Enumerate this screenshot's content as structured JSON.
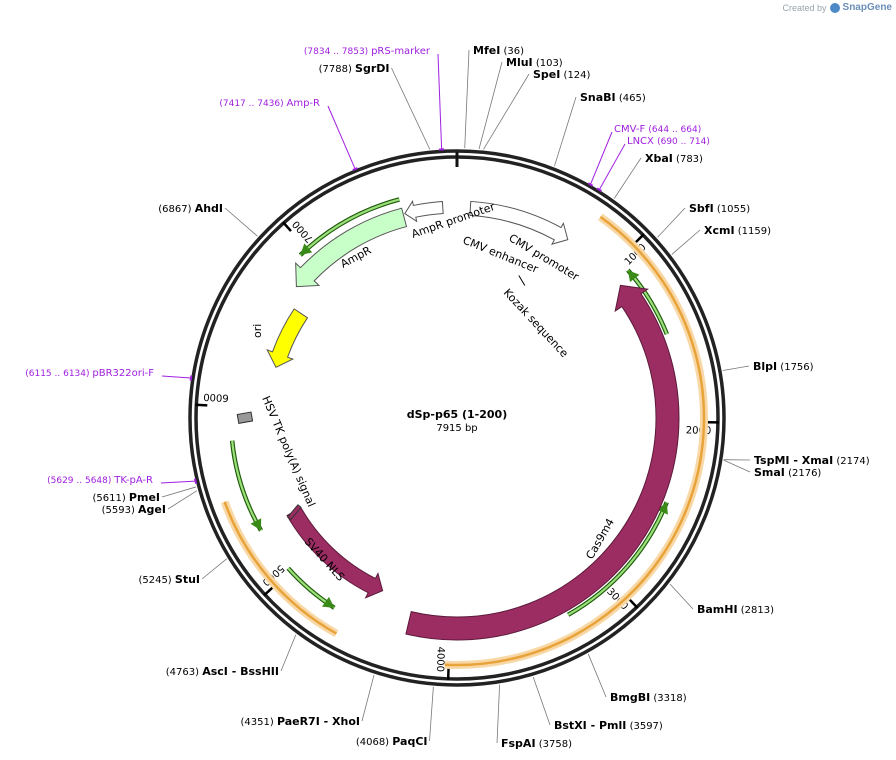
{
  "credit": {
    "prefix": "Created by",
    "brand": "SnapGene"
  },
  "plasmid": {
    "name": "dSp-p65 (1-200)",
    "length_label": "7915 bp",
    "length": 7915
  },
  "ticks": [
    {
      "pos": 1000,
      "label": "1000"
    },
    {
      "pos": 2000,
      "label": "2000"
    },
    {
      "pos": 3000,
      "label": "3000"
    },
    {
      "pos": 4000,
      "label": "4000"
    },
    {
      "pos": 5000,
      "label": "5000"
    },
    {
      "pos": 6000,
      "label": "6000"
    },
    {
      "pos": 7000,
      "label": "7000"
    }
  ],
  "enzymes": [
    {
      "name": "MfeI",
      "pos": "(36)",
      "site": 36
    },
    {
      "name": "MluI",
      "pos": "(103)",
      "site": 103
    },
    {
      "name": "SpeI",
      "pos": "(124)",
      "site": 124
    },
    {
      "name": "SnaBI",
      "pos": "(465)",
      "site": 465
    },
    {
      "name": "XbaI",
      "pos": "(783)",
      "site": 783
    },
    {
      "name": "SbfI",
      "pos": "(1055)",
      "site": 1055
    },
    {
      "name": "XcmI",
      "pos": "(1159)",
      "site": 1159
    },
    {
      "name": "BlpI",
      "pos": "(1756)",
      "site": 1756
    },
    {
      "name": "TspMI",
      "name2": "XmaI",
      "pos": "(2174)",
      "site": 2174
    },
    {
      "name": "SmaI",
      "pos": "(2176)",
      "site": 2176
    },
    {
      "name": "BamHI",
      "pos": "(2813)",
      "site": 2813
    },
    {
      "name": "BmgBI",
      "pos": "(3318)",
      "site": 3318
    },
    {
      "name": "BstXI",
      "name2": "PmlI",
      "pos": "(3597)",
      "site": 3597
    },
    {
      "name": "FspAI",
      "pos": "(3758)",
      "site": 3758
    },
    {
      "name": "PaqCI",
      "pos": "(4068)",
      "site": 4068
    },
    {
      "name": "PaeR7I",
      "name2": "XhoI",
      "pos": "(4351)",
      "site": 4351
    },
    {
      "name": "AscI",
      "name2": "BssHII",
      "pos": "(4763)",
      "site": 4763
    },
    {
      "name": "StuI",
      "pos": "(5245)",
      "site": 5245
    },
    {
      "name": "AgeI",
      "pos": "(5593)",
      "site": 5593
    },
    {
      "name": "PmeI",
      "pos": "(5611)",
      "site": 5611
    },
    {
      "name": "AhdI",
      "pos": "(6867)",
      "site": 6867
    },
    {
      "name": "SgrDI",
      "pos": "(7788)",
      "site": 7788
    }
  ],
  "primers": [
    {
      "name": "pRS-marker",
      "range": "(7834 .. 7853)",
      "site": 7843
    },
    {
      "name": "Amp-R",
      "range": "(7417 .. 7436)",
      "site": 7426
    },
    {
      "name": "CMV-F",
      "range": "(644 .. 664)",
      "site": 654
    },
    {
      "name": "LNCX",
      "range": "(690 .. 714)",
      "site": 702
    },
    {
      "name": "pBR322ori-F",
      "range": "(6115 .. 6134)",
      "site": 6124
    },
    {
      "name": "TK-pA-R",
      "range": "(5629 .. 5648)",
      "site": 5638
    }
  ],
  "features": [
    {
      "name": "Cas9m4",
      "color": "#9c2d63"
    },
    {
      "name": "CMV promoter",
      "color": "#ffffff"
    },
    {
      "name": "CMV enhancer",
      "color": "#ffffff"
    },
    {
      "name": "AmpR promoter",
      "color": "#ffffff"
    },
    {
      "name": "AmpR",
      "color": "#c8ffc8"
    },
    {
      "name": "ori",
      "color": "#ffff00"
    },
    {
      "name": "HSV TK poly(A) signal",
      "color": "#999999"
    },
    {
      "name": "SV40 NLS",
      "color": "#9c2d63"
    },
    {
      "name": "Kozak sequence",
      "color": "#000000"
    }
  ],
  "colors": {
    "primer": "#a020e0",
    "orf": "#e8a33a",
    "orf_arrow": "#3a8a18",
    "backbone": "#222222"
  }
}
